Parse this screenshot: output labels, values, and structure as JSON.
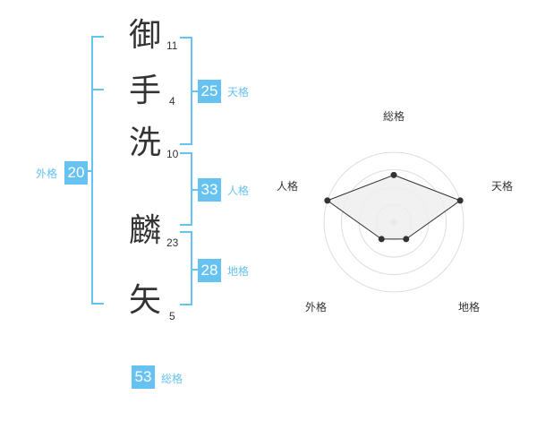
{
  "name_chars": [
    {
      "char": "御",
      "strokes": "11"
    },
    {
      "char": "手",
      "strokes": "4"
    },
    {
      "char": "洗",
      "strokes": "10"
    },
    {
      "char": "麟",
      "strokes": "23"
    },
    {
      "char": "矢",
      "strokes": "5"
    }
  ],
  "fortunes": {
    "tenkaku": {
      "value": "25",
      "label": "天格"
    },
    "jinkaku": {
      "value": "33",
      "label": "人格"
    },
    "chikaku": {
      "value": "28",
      "label": "地格"
    },
    "gaikaku": {
      "value": "20",
      "label": "外格"
    },
    "soukaku": {
      "value": "53",
      "label": "総格"
    }
  },
  "radar": {
    "axes": [
      "総格",
      "天格",
      "地格",
      "外格",
      "人格"
    ],
    "levels": 4,
    "values": [
      2.7,
      4,
      1.2,
      1.2,
      4
    ]
  },
  "colors": {
    "accent": "#66c2f0",
    "text": "#333333",
    "grid": "#dddddd",
    "fill": "#eeeeee"
  }
}
